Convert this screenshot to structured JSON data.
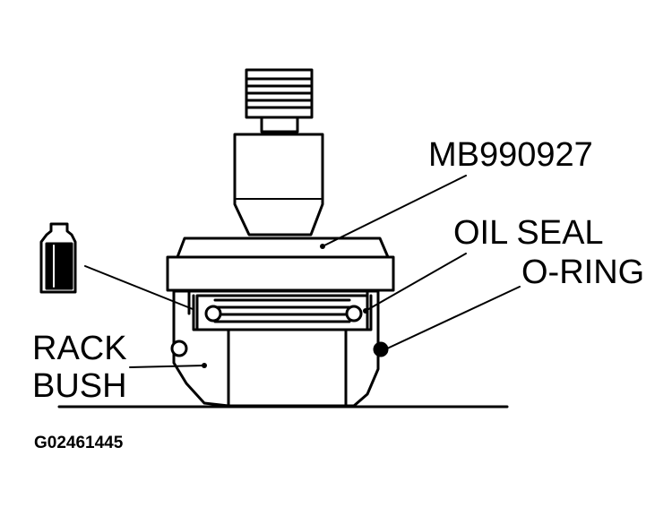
{
  "labels": {
    "tool": "MB990927",
    "oil_seal": "OIL SEAL",
    "o_ring": "O-RING",
    "rack_bush_line1": "RACK",
    "rack_bush_line2": "BUSH",
    "figure_id": "G02461445"
  }
}
